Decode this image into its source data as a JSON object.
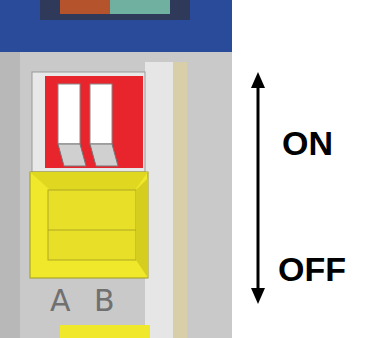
{
  "diagram": {
    "labels": [
      "ON",
      "OFF",
      "A",
      "B"
    ]
  }
}
